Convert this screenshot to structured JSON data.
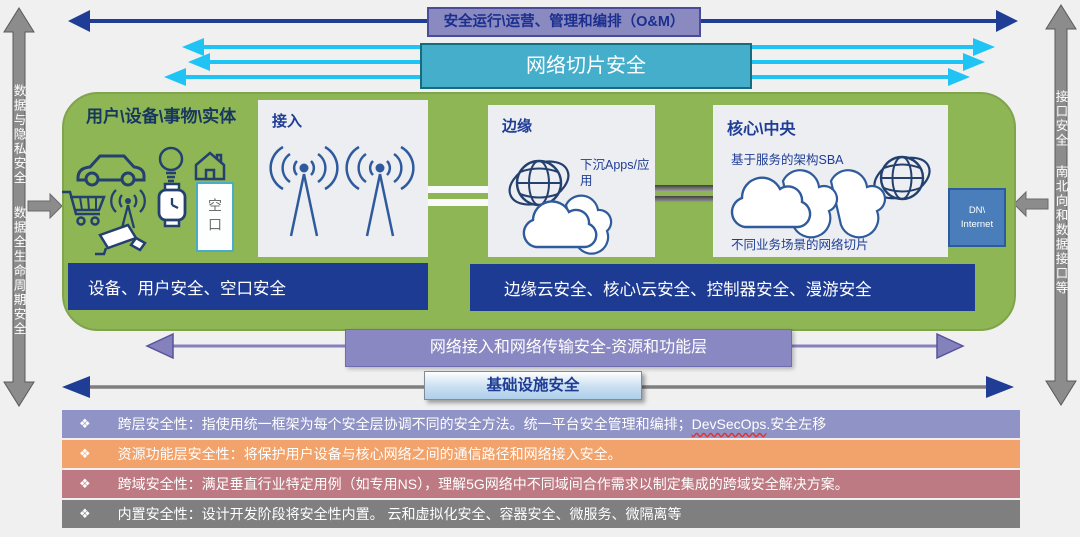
{
  "left_rail": {
    "top_label": "数据与隐私安全",
    "bottom_label": "数据全生命周期安全"
  },
  "right_rail": {
    "top_label": "接口安全",
    "bottom_label": "南北向和数据接口等"
  },
  "top_banner": {
    "oam_label": "安全运行\\运营、管理和编排（O&M）"
  },
  "slice_banner": {
    "label": "网络切片安全"
  },
  "green_zone": {
    "entities_label": "用户\\设备\\事物\\实体",
    "air_interface_label": "空口",
    "panels": [
      {
        "title": "接入"
      },
      {
        "title": "边缘",
        "app_label": "下沉Apps/应用"
      },
      {
        "title": "核心\\中央",
        "sba_label": "基于服务的架构SBA",
        "slice_label": "不同业务场景的网络切片"
      }
    ],
    "dn_box": {
      "line1": "DN\\",
      "line2": "Internet"
    },
    "bars": [
      {
        "label": "设备、用户安全、空口安全"
      },
      {
        "label": "边缘云安全、核心\\云安全、控制器安全、漫游安全"
      }
    ]
  },
  "transport_banner": {
    "label": "网络接入和网络传输安全-资源和功能层"
  },
  "infra_banner": {
    "label": "基础设施安全"
  },
  "bullets": [
    {
      "marker": "❖",
      "text_pre": "跨层安全性：指使用统一框架为每个安全层协调不同的安全方法。统一平台安全管理和编排；",
      "highlight": "DevSecOps",
      "text_post": ".安全左移",
      "color": "#9093C5"
    },
    {
      "marker": "❖",
      "text": "资源功能层安全性：将保护用户设备与核心网络之间的通信路径和网络接入安全。",
      "color": "#F2A26B"
    },
    {
      "marker": "❖",
      "text": "跨域安全性：满足垂直行业特定用例（如专用NS），理解5G网络中不同域间合作需求以制定集成的跨域安全解决方案。",
      "color": "#BD7A82"
    },
    {
      "marker": "❖",
      "text": "内置安全性：设计开发阶段将安全性内置。 云和虚拟化安全、容器安全、微服务、微隔离等",
      "color": "#7F7F7F"
    }
  ],
  "colors": {
    "navy": "#1F3D94",
    "cyan_arrow": "#1FC4F5",
    "slice_teal": "#45AECB",
    "green": "#8FB655",
    "purple": "#8A88C2",
    "gray_rail": "#8C8C8C"
  }
}
